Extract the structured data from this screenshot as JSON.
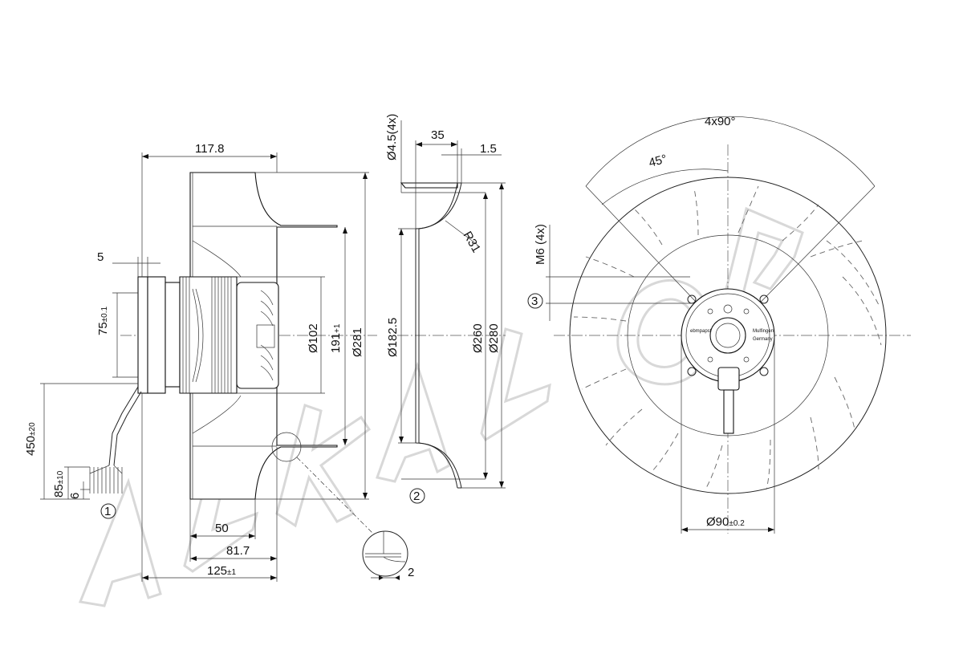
{
  "side_view": {
    "dim_width_overall": "117.8",
    "dim_flange": "5",
    "dim_shaft_dia": "75",
    "dim_shaft_dia_tol": "±0.1",
    "dim_cable_length": "450",
    "dim_cable_length_tol": "±20",
    "dim_strip_length": "85",
    "dim_strip_length_tol": "±10",
    "dim_strip_end": "6",
    "dim_hub_dia": "Ø102",
    "dim_height": "191",
    "dim_height_tol": "+1",
    "dim_impeller_dia": "Ø281",
    "dim_depth_50": "50",
    "dim_depth_81": "81.7",
    "dim_depth_total": "125",
    "dim_depth_total_tol": "±1",
    "dim_detail_gap": "2",
    "label_circle_1": "1"
  },
  "inlet_ring": {
    "dim_hole": "Ø4.5(4x)",
    "dim_depth": "35",
    "dim_thickness": "1.5",
    "dim_radius": "R31",
    "dim_inner_dia": "Ø182.5",
    "dim_dia_260": "Ø260",
    "dim_dia_280": "Ø280",
    "label_circle_2": "2"
  },
  "front_view": {
    "dim_angle_4x90": "4x90°",
    "dim_angle_45": "45°",
    "dim_thread": "M6 (4x)",
    "dim_bolt_circle": "Ø90",
    "dim_bolt_circle_tol": "±0.2",
    "label_circle_3": "3",
    "label_brand": "ebmpapst",
    "label_country": "Germany",
    "label_mulfingen": "Mulfingen"
  },
  "watermark": "ARKALOR"
}
